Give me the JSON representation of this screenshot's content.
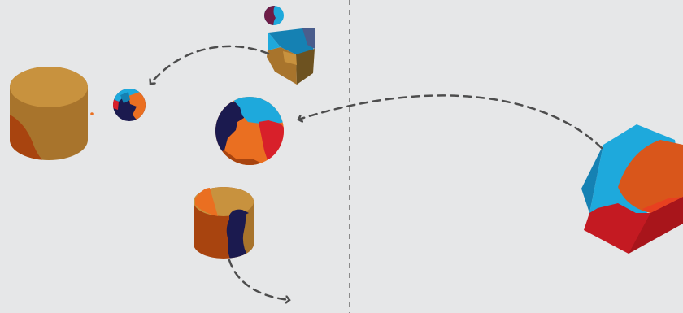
{
  "canvas": {
    "background": "#e6e7e8"
  },
  "palette": {
    "gold": "#c8923e",
    "gold_side": "#a8742c",
    "burnt": "#a8440f",
    "orange": "#ea6f21",
    "red": "#d8202a",
    "dark_red": "#a8151b",
    "sky": "#1ea9dc",
    "teal": "#1581b3",
    "navy": "#1b1a4f",
    "plum": "#6e1d47",
    "slate": "#4a5d8c",
    "arrow": "#4d4d4d",
    "divider": "#8a8a8a"
  },
  "objects": [
    {
      "name": "gold-cylinder-shape",
      "kind": "cylinder"
    },
    {
      "name": "orange-dot-marker",
      "kind": "dot"
    },
    {
      "name": "small-sphere-shape",
      "kind": "sphere"
    },
    {
      "name": "tiny-sphere-shape",
      "kind": "sphere"
    },
    {
      "name": "wedge-prism-shape",
      "kind": "prism"
    },
    {
      "name": "large-sphere-shape",
      "kind": "sphere"
    },
    {
      "name": "small-cylinder-shape",
      "kind": "cylinder"
    },
    {
      "name": "hexagonal-prism-shape",
      "kind": "prism"
    }
  ],
  "arrows": [
    {
      "name": "arrow-prism-to-small-sphere",
      "style": "dashed"
    },
    {
      "name": "arrow-hexprism-to-large-sphere",
      "style": "dashed"
    },
    {
      "name": "arrow-small-cylinder-down-right",
      "style": "dashed"
    }
  ],
  "divider": {
    "style": "dashed",
    "orientation": "vertical"
  }
}
